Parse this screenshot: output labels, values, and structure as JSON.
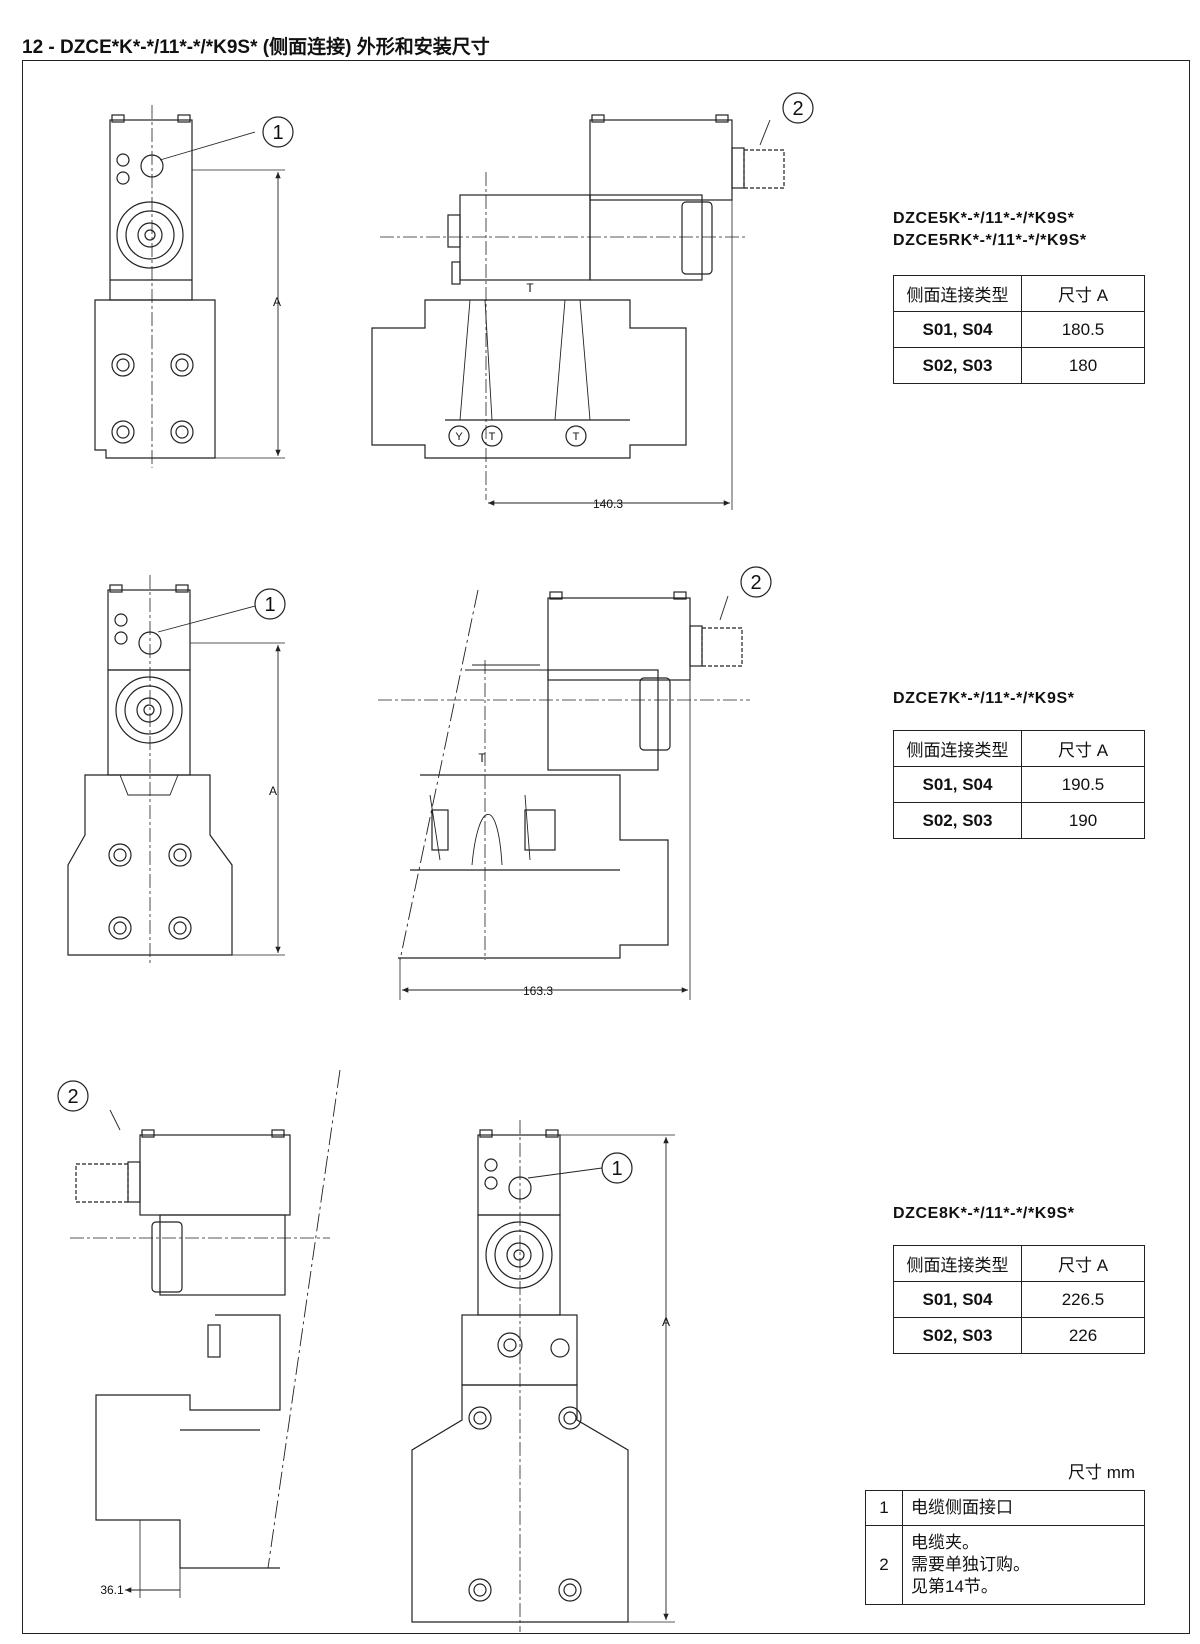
{
  "title": "12 - DZCE*K*-*/11*-*/*K9S*  (侧面连接) 外形和安装尺寸",
  "drawing": {
    "callout_1": "1",
    "callout_2": "2",
    "dim_a_label": "A",
    "port_t_label": "T",
    "port_y_label": "Y",
    "dim_140": "140.3",
    "dim_163": "163.3",
    "dim_36": "36.1"
  },
  "tables": [
    {
      "models": [
        "DZCE5K*-*/11*-*/*K9S*",
        "DZCE5RK*-*/11*-*/*K9S*"
      ],
      "header": [
        "侧面连接类型",
        "尺寸 A"
      ],
      "rows": [
        [
          "S01, S04",
          "180.5"
        ],
        [
          "S02, S03",
          "180"
        ]
      ]
    },
    {
      "models": [
        "DZCE7K*-*/11*-*/*K9S*"
      ],
      "header": [
        "侧面连接类型",
        "尺寸 A"
      ],
      "rows": [
        [
          "S01, S04",
          "190.5"
        ],
        [
          "S02, S03",
          "190"
        ]
      ]
    },
    {
      "models": [
        "DZCE8K*-*/11*-*/*K9S*"
      ],
      "header": [
        "侧面连接类型",
        "尺寸 A"
      ],
      "rows": [
        [
          "S01, S04",
          "226.5"
        ],
        [
          "S02, S03",
          "226"
        ]
      ]
    }
  ],
  "units_note": "尺寸 mm",
  "legend": [
    {
      "num": "1",
      "lines": [
        "电缆侧面接口"
      ]
    },
    {
      "num": "2",
      "lines": [
        "电缆夹。",
        "需要单独订购。",
        "见第14节。"
      ]
    }
  ]
}
